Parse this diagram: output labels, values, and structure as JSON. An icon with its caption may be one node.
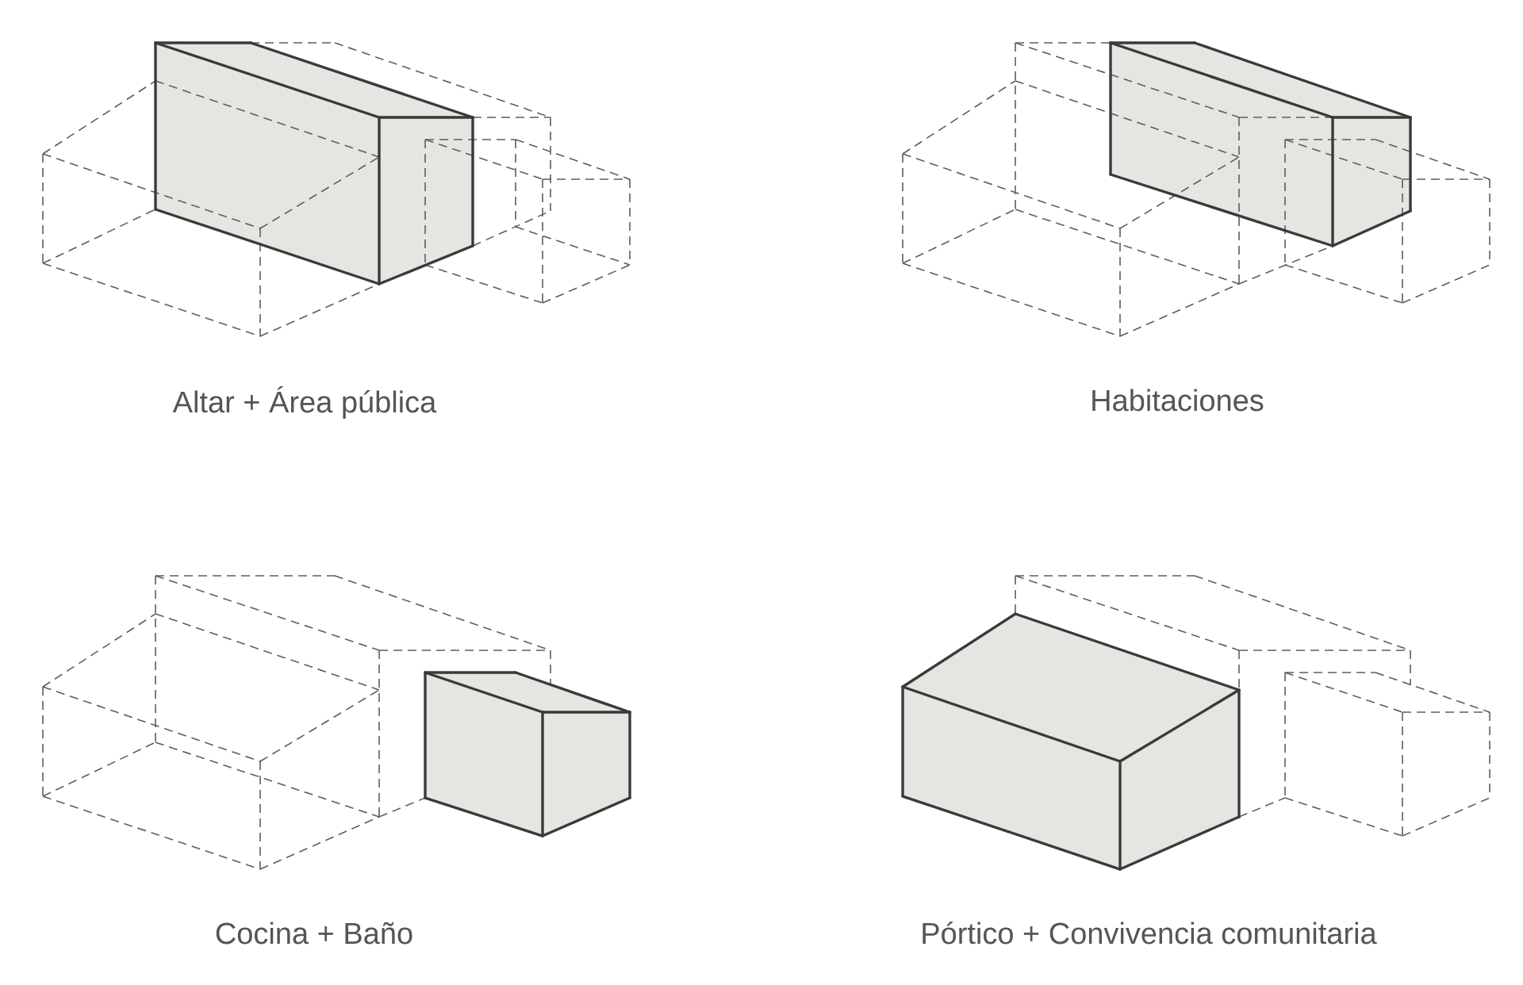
{
  "diagram": {
    "labels": [
      "Altar + Área pública",
      "Habitaciones",
      "Cocina + Baño",
      "Pórtico + Convivencia comunitaria"
    ]
  }
}
